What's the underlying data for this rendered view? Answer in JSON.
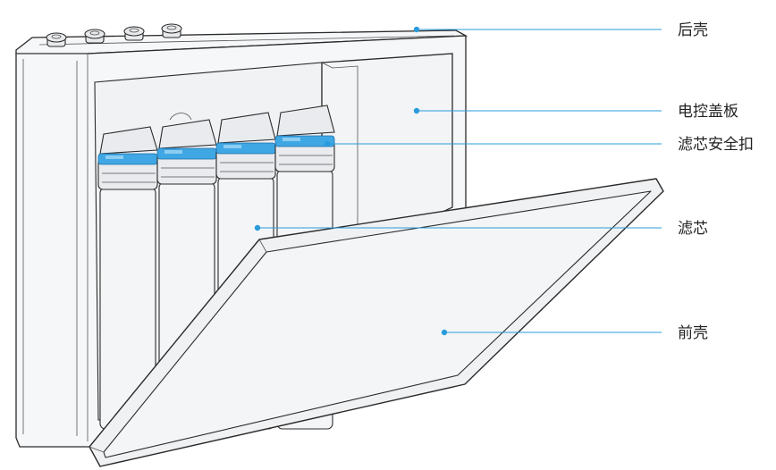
{
  "diagram": {
    "leader_color": "#2a9bdc",
    "dot_color": "#2a9bdc",
    "ring_color": "#3fa7e4",
    "callouts": [
      {
        "label": "后壳"
      },
      {
        "label": "电控盖板"
      },
      {
        "label": "滤芯安全扣"
      },
      {
        "label": "滤芯"
      },
      {
        "label": "前壳"
      }
    ]
  }
}
